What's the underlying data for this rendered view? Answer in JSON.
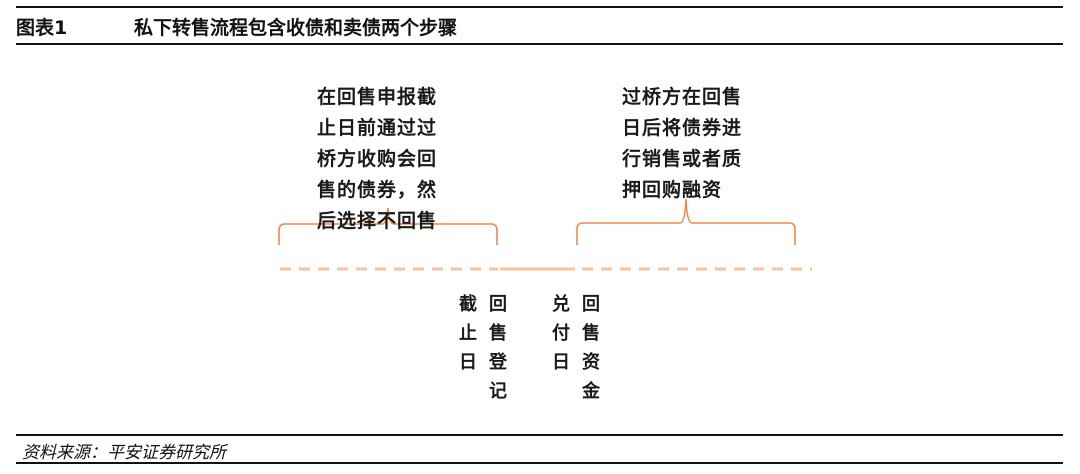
{
  "figure": {
    "label": "图表1",
    "title": "私下转售流程包含收债和卖债两个步骤"
  },
  "annotations": {
    "left_brace_text": "在回售申报截\n止日前通过过\n桥方收购会回\n售的债券，然\n后选择不回售",
    "right_brace_text": "过桥方在回售\n日后将债券进\n行销售或者质\n押回购融资"
  },
  "timeline": {
    "milestones": [
      {
        "id": "registration-deadline",
        "label": "回售登记截止日",
        "col_right": "回售登记",
        "col_left": "截止日"
      },
      {
        "id": "payment-date",
        "label": "回售资金兑付日",
        "col_right": "回售资金",
        "col_left": "兑付日"
      }
    ]
  },
  "colors": {
    "brace": "#F0894A",
    "timeline": "#F8C49A",
    "rule": "#111111"
  },
  "source": "资料来源：平安证券研究所"
}
